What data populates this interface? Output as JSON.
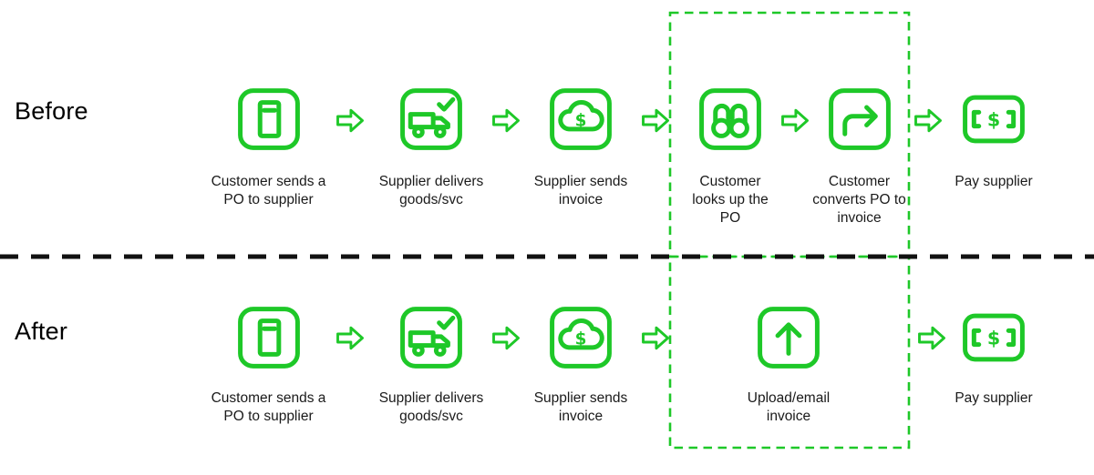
{
  "diagram": {
    "colors": {
      "accent_green": "#1ec828",
      "divider_black": "#111111",
      "label_text": "#1a1a1a",
      "background": "#ffffff"
    },
    "rows": [
      {
        "label": "Before",
        "steps": [
          {
            "icon": "po-document-icon",
            "label": "Customer sends a PO to supplier"
          },
          {
            "icon": "delivery-truck-check-icon",
            "label": "Supplier delivers goods/svc"
          },
          {
            "icon": "cloud-invoice-icon",
            "label": "Supplier sends invoice"
          },
          {
            "icon": "binoculars-lookup-icon",
            "label": "Customer looks up the PO"
          },
          {
            "icon": "convert-po-arrow-icon",
            "label": "Customer converts PO to invoice"
          },
          {
            "icon": "pay-cash-icon",
            "label": "Pay supplier"
          }
        ]
      },
      {
        "label": "After",
        "steps": [
          {
            "icon": "po-document-icon",
            "label": "Customer sends a PO to supplier"
          },
          {
            "icon": "delivery-truck-check-icon",
            "label": "Supplier delivers goods/svc"
          },
          {
            "icon": "cloud-invoice-icon",
            "label": "Supplier sends invoice"
          },
          {
            "icon": "upload-invoice-icon",
            "label": "Upload/email invoice"
          },
          {
            "icon": "pay-cash-icon",
            "label": "Pay supplier"
          }
        ]
      }
    ],
    "connector_icon": "flow-arrow-icon"
  }
}
